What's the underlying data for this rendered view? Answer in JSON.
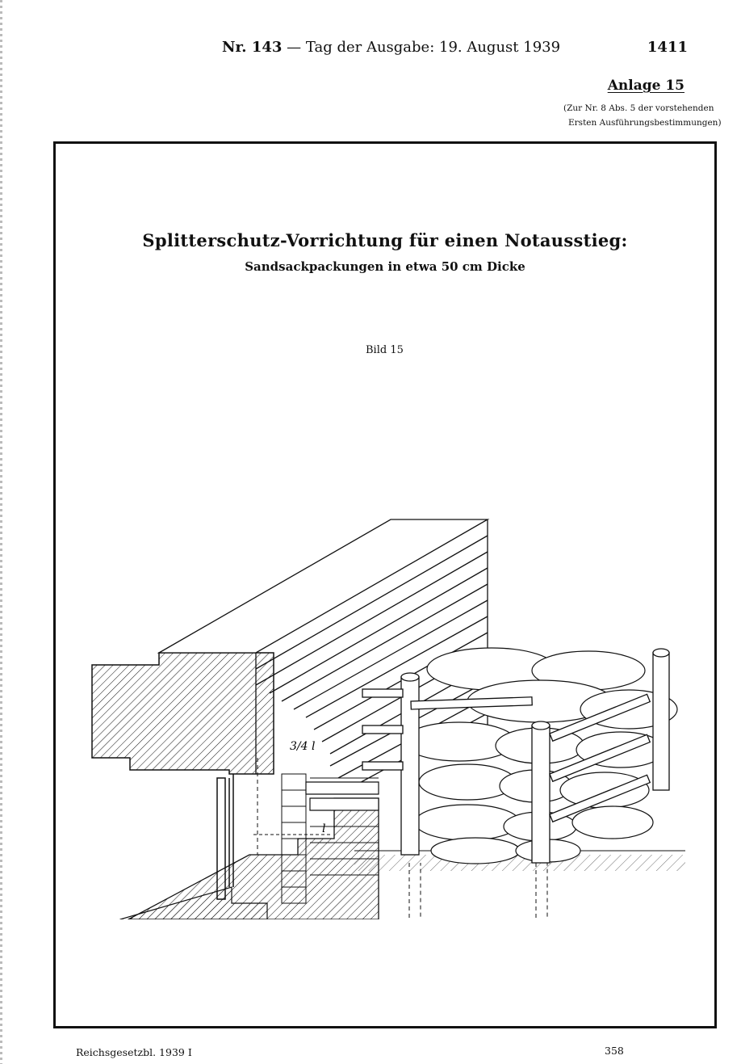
{
  "header": {
    "issue_number": "Nr. 143",
    "dash": "—",
    "issue_date": "Tag der Ausgabe: 19. August 1939",
    "page_number": "1411"
  },
  "annex": {
    "label": "Anlage 15",
    "note_line1": "(Zur Nr. 8 Abs. 5 der vorstehenden",
    "note_line2": "Ersten Ausführungsbestimmungen)"
  },
  "figure": {
    "title": "Splitterschutz-Vorrichtung für einen Notausstieg:",
    "subtitle": "Sandsackpackungen in etwa 50 cm Dicke",
    "label": "Bild 15",
    "dimension_mark": "3/4 l",
    "width_mark": "l"
  },
  "footer": {
    "publication": "Reichsgesetzbl. 1939 I",
    "sheet_number": "358"
  }
}
